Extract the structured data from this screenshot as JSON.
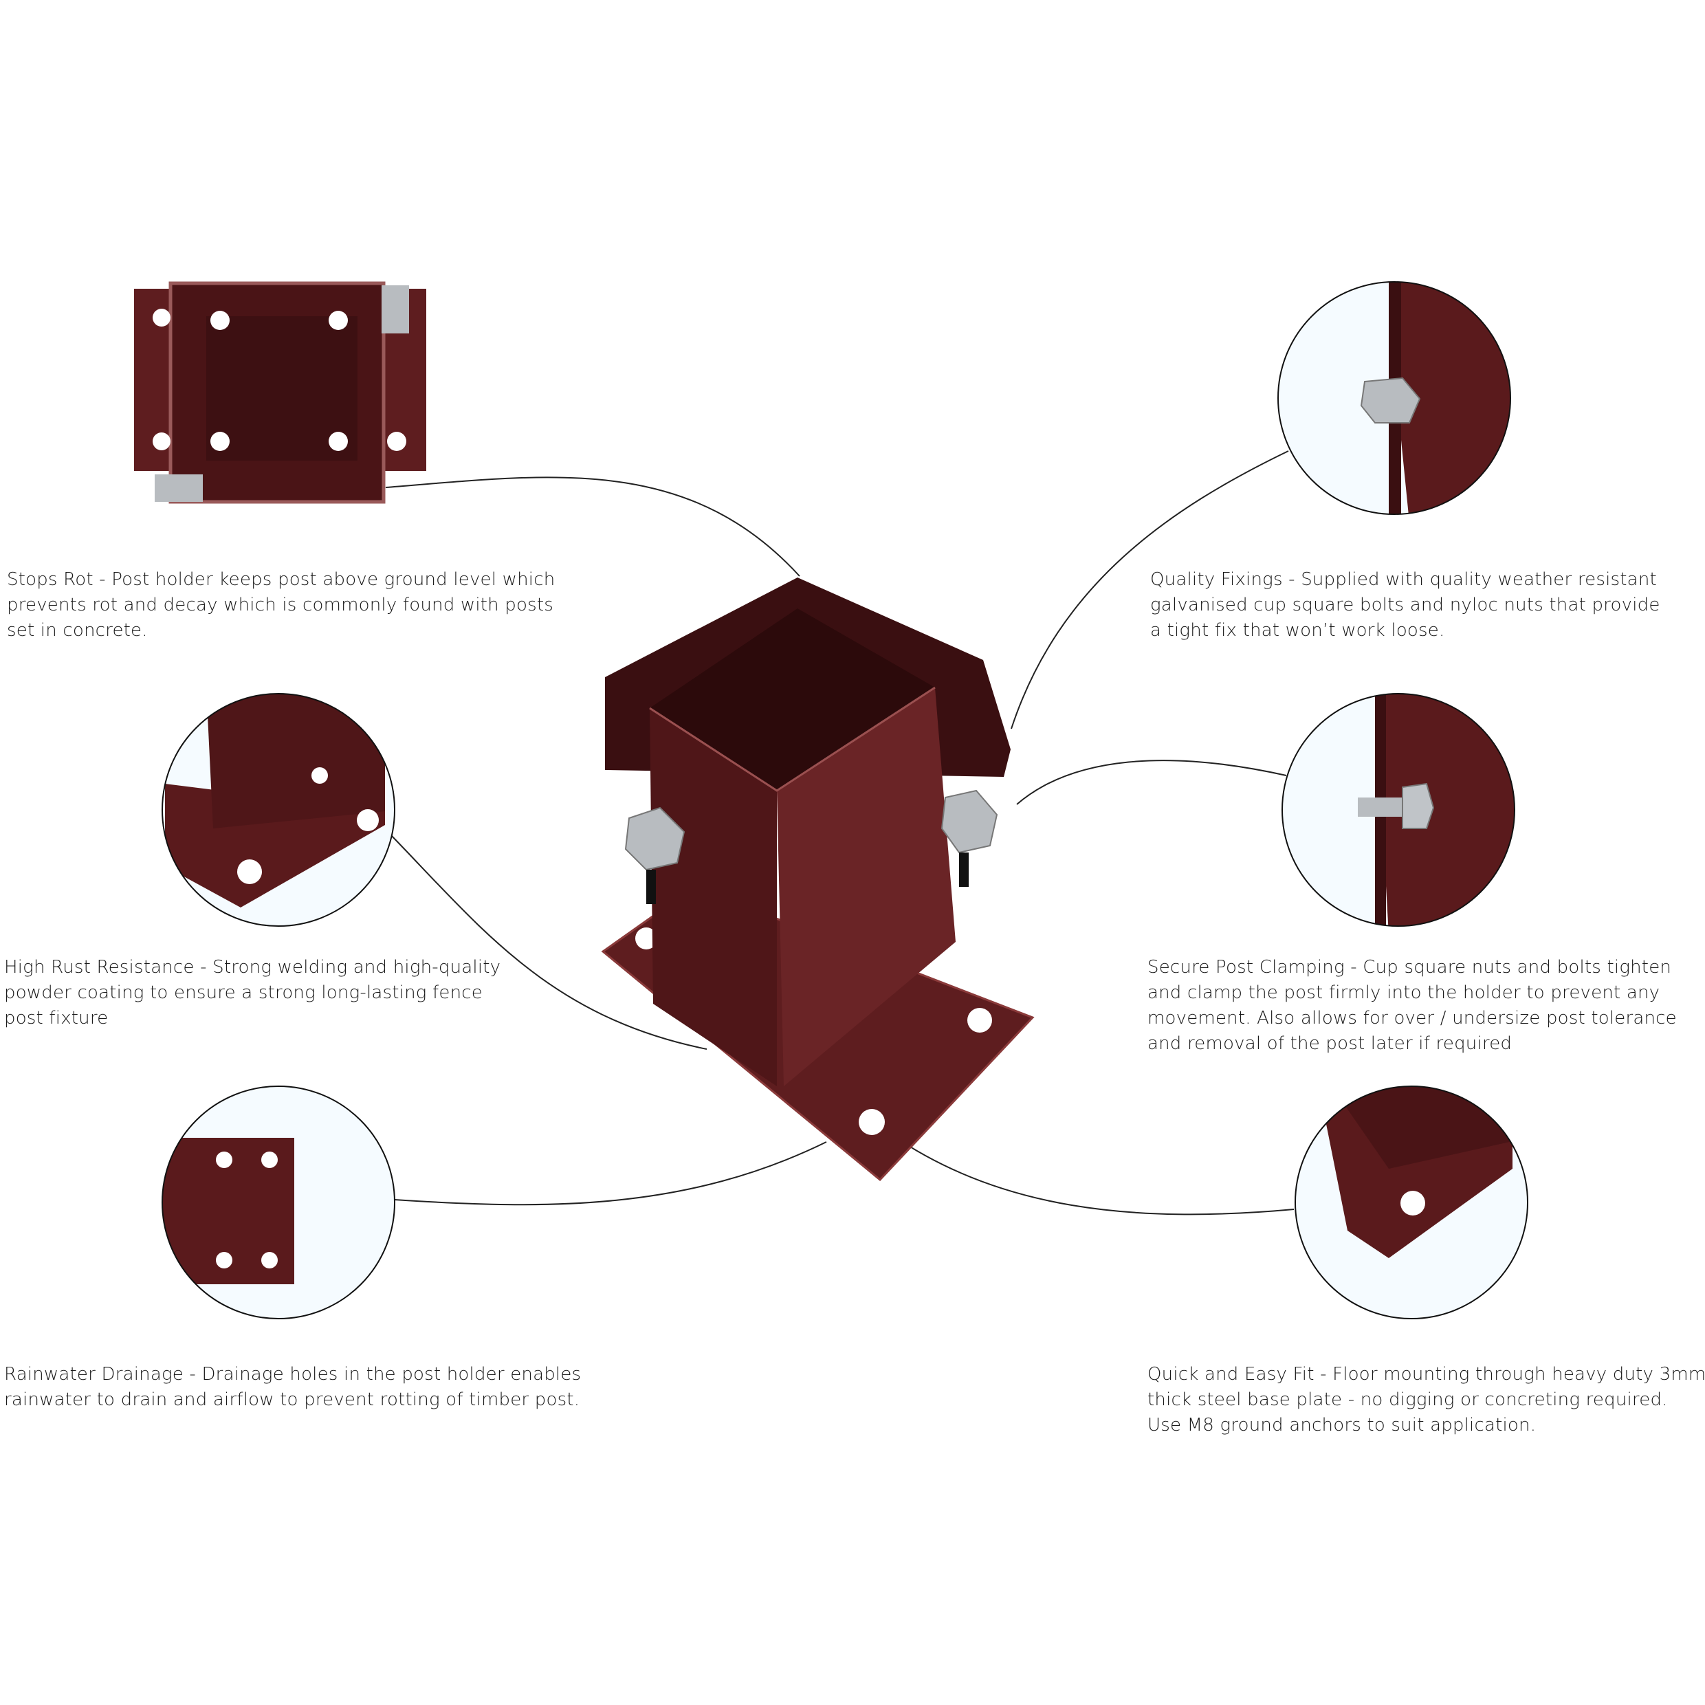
{
  "colors": {
    "coating": "#5a1a1c",
    "coating_highlight": "#8a3a3a",
    "galvanised": "#b8bcc0",
    "text": "#1a1a1a"
  },
  "features": [
    {
      "id": "stops-rot",
      "lines": [
        "Stops Rot - Post holder keeps post above ground level which",
        "prevents rot and decay which is commonly found with posts",
        "set in concrete."
      ]
    },
    {
      "id": "quality-fixings",
      "lines": [
        "Quality Fixings - Supplied with quality weather resistant",
        "galvanised cup square bolts and nyloc nuts that provide",
        "a tight fix that won’t work loose."
      ]
    },
    {
      "id": "high-rust-resistance",
      "lines": [
        "High Rust Resistance - Strong welding and high-quality",
        "powder coating to ensure a strong long-lasting fence",
        "post fixture"
      ]
    },
    {
      "id": "secure-post-clamping",
      "lines": [
        "Secure Post Clamping - Cup square nuts and bolts tighten",
        "and clamp the post firmly into the holder to prevent any",
        "movement.  Also allows for over / undersize post tolerance",
        "and removal of the post later if required"
      ]
    },
    {
      "id": "rainwater-drainage",
      "lines": [
        "Rainwater Drainage - Drainage holes in the post holder enables",
        "rainwater to drain and airflow to prevent rotting of timber post."
      ]
    },
    {
      "id": "quick-easy-fit",
      "lines": [
        "Quick and Easy Fit - Floor mounting through heavy duty 3mm",
        "thick steel base plate - no digging or concreting required.",
        "Use M8 ground anchors to suit application."
      ]
    }
  ]
}
